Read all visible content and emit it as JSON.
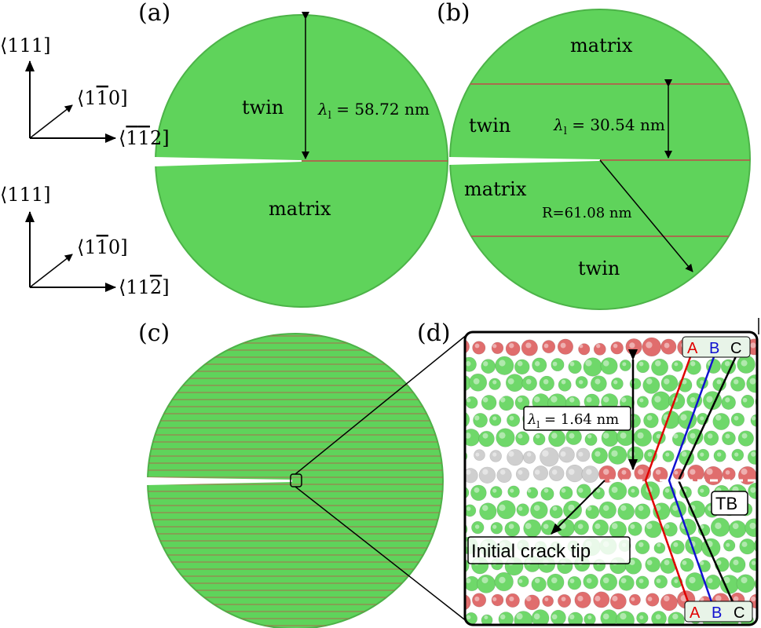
{
  "panels": {
    "a": {
      "label": "(a)",
      "twin_label": "twin",
      "matrix_label": "matrix",
      "lambda_symbol": "λ",
      "lambda_sub": "l",
      "lambda_value": " = 58.72 nm"
    },
    "b": {
      "label": "(b)",
      "matrix_top_label": "matrix",
      "twin_upper_label": "twin",
      "matrix_lower_label": "matrix",
      "twin_bottom_label": "twin",
      "lambda_symbol": "λ",
      "lambda_sub": "l",
      "lambda_value": " = 30.54 nm",
      "radius_label": "R=61.08 nm"
    },
    "c": {
      "label": "(c)"
    },
    "d": {
      "label": "(d)",
      "lambda_symbol": "λ",
      "lambda_sub": "l",
      "lambda_value": " = 1.64 nm",
      "tb_label": "TB",
      "crack_tip_label": "Initial crack tip",
      "stacking_top": [
        "A",
        "B",
        "C"
      ],
      "stacking_bottom": [
        "A",
        "B",
        "C"
      ]
    }
  },
  "axes": {
    "upper": {
      "vertical": "⟨111]",
      "diagonal": "⟨1",
      "diagonal_bar": "1",
      "diagonal_end": "0]",
      "horizontal_pre": "⟨",
      "horizontal_bar1": "1",
      "horizontal_bar2": "1",
      "horizontal_end": "2]"
    },
    "lower": {
      "vertical": "⟨111]",
      "diagonal": "⟨1",
      "diagonal_bar": "1",
      "diagonal_end": "0]",
      "horizontal_pre": "⟨11",
      "horizontal_bar": "2",
      "horizontal_end": "]"
    }
  },
  "colors": {
    "grain": "#5fd35b",
    "grain_edge": "#4cb348",
    "twin_boundary": "#c24a4a",
    "atom_green": "#6fd86a",
    "atom_red": "#e06d6d",
    "atom_gray": "#cfcfcf",
    "stack_a": "#e00000",
    "stack_b": "#1010d0",
    "stack_c": "#000000"
  }
}
